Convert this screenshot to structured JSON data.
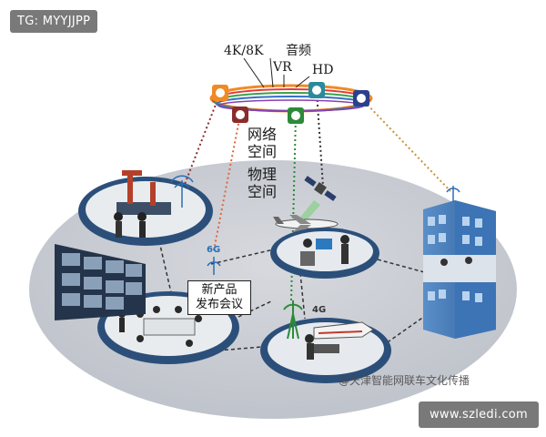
{
  "watermark_top": "TG: MYYJJPP",
  "watermark_bottom": "www.szledi.com",
  "ring_labels": {
    "k4k8k": "4K/8K",
    "audio": "音频",
    "vr": "VR",
    "hd": "HD"
  },
  "space_labels": {
    "network": [
      "网络",
      "空间"
    ],
    "physical": [
      "物理",
      "空间"
    ]
  },
  "launch_event": [
    "新产品",
    "发布会议"
  ],
  "badge_4g": "4G",
  "badge_6g": "6G",
  "source_watermark": "@天津智能网联车文化传播"
}
